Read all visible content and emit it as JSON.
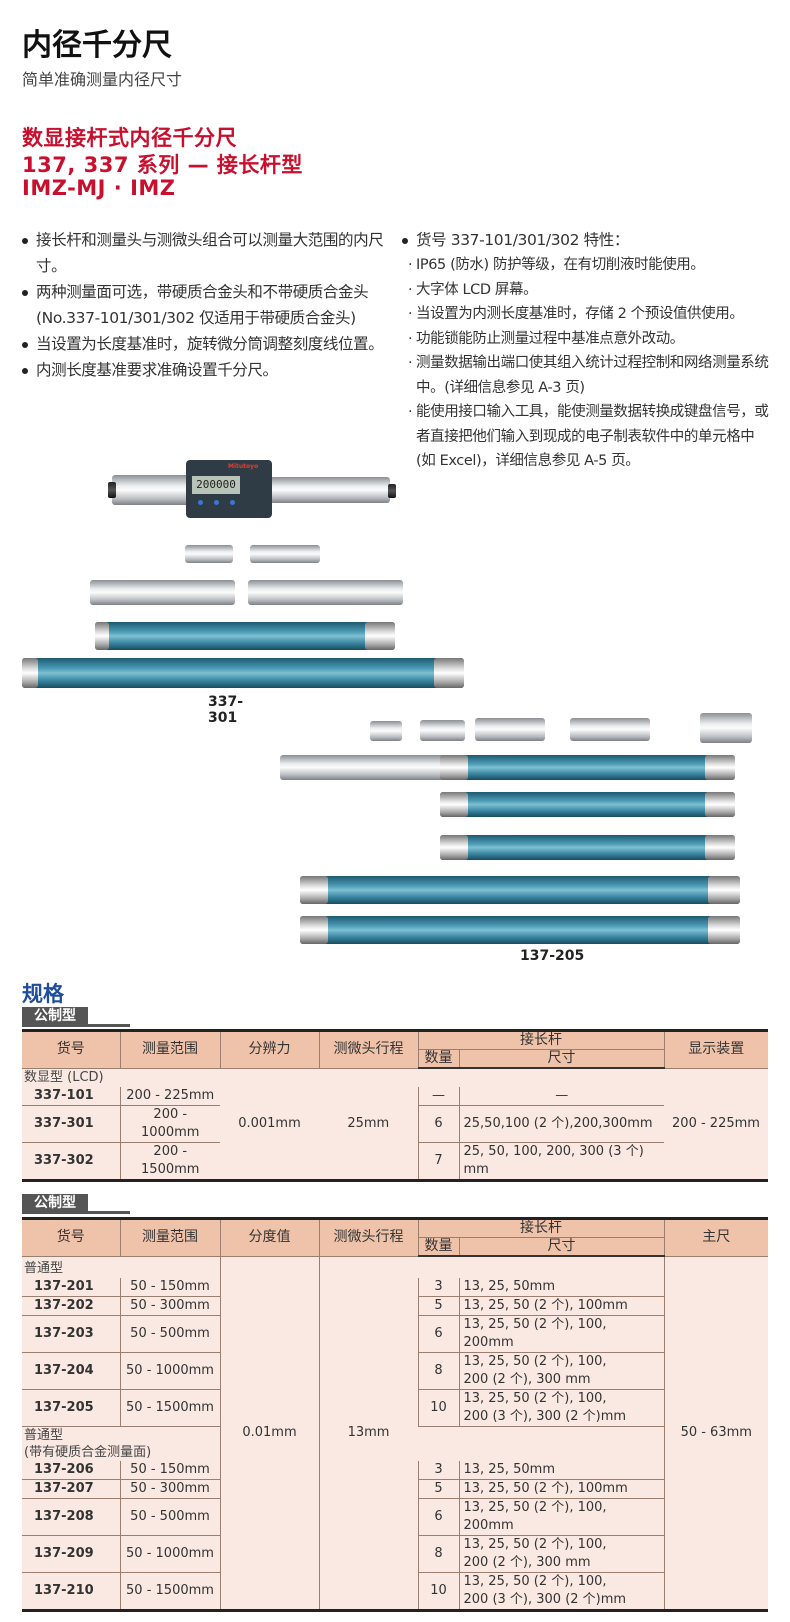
{
  "header": {
    "title": "内径千分尺",
    "subtitle": "简单准确测量内径尺寸"
  },
  "product": {
    "line1": "数显接杆式内径千分尺",
    "line2": "137, 337 系列 — 接长杆型",
    "line3": "IMZ-MJ · IMZ"
  },
  "features_left": [
    "接长杆和测量头与测微头组合可以测量大范围的内尺寸。",
    "两种测量面可选，带硬质合金头和不带硬质合金头 (No.337-101/301/302 仅适用于带硬质合金头)",
    "当设置为长度基准时，旋转微分筒调整刻度线位置。",
    "内测长度基准要求准确设置千分尺。"
  ],
  "features_right": {
    "heading": "货号 337-101/301/302 特性：",
    "items": [
      "IP65 (防水) 防护等级，在有切削液时能使用。",
      "大字体 LCD 屏幕。",
      "当设置为内测长度基准时，存储 2 个预设值供使用。",
      "功能锁能防止测量过程中基准点意外改动。",
      "测量数据输出端口使其组入统计过程控制和网络测量系统中。(详细信息参见 A-3 页)",
      "能使用接口输入工具，能使测量数据转换成键盘信号，或者直接把他们输入到现成的电子制表软件中的单元格中 (如 Excel)，详细信息参见 A-5 页。"
    ]
  },
  "images": {
    "lcd_reading": "200000",
    "brand": "Mitutoyo",
    "label_a": "337-301",
    "label_b": "137-205"
  },
  "specs": {
    "title": "规格",
    "table1": {
      "tag": "公制型",
      "headers": [
        "货号",
        "测量范围",
        "分辨力",
        "测微头行程",
        "接长杆",
        "数量",
        "尺寸",
        "显示装置"
      ],
      "group": "数显型 (LCD)",
      "resolution": "0.001mm",
      "stroke": "25mm",
      "display": "200 - 225mm",
      "rows": [
        {
          "no": "337-101",
          "range": "200 - 225mm",
          "qty": "—",
          "size": "—"
        },
        {
          "no": "337-301",
          "range": "200 - 1000mm",
          "qty": "6",
          "size": "25,50,100 (2 个),200,300mm"
        },
        {
          "no": "337-302",
          "range": "200 - 1500mm",
          "qty": "7",
          "size": "25, 50, 100, 200, 300 (3 个) mm"
        }
      ]
    },
    "table2": {
      "tag": "公制型",
      "headers": [
        "货号",
        "测量范围",
        "分度值",
        "测微头行程",
        "接长杆",
        "数量",
        "尺寸",
        "主尺"
      ],
      "graduation": "0.01mm",
      "stroke": "13mm",
      "main_scale": "50 - 63mm",
      "group1": "普通型",
      "group2": "普通型\n(带有硬质合金测量面)",
      "rows1": [
        {
          "no": "137-201",
          "range": "50 - 150mm",
          "qty": "3",
          "size": "13, 25, 50mm"
        },
        {
          "no": "137-202",
          "range": "50 - 300mm",
          "qty": "5",
          "size": "13, 25, 50 (2 个), 100mm"
        },
        {
          "no": "137-203",
          "range": "50 - 500mm",
          "qty": "6",
          "size": "13, 25, 50 (2 个), 100, 200mm"
        },
        {
          "no": "137-204",
          "range": "50 - 1000mm",
          "qty": "8",
          "size": "13, 25, 50 (2 个), 100,\n200 (2 个), 300 mm"
        },
        {
          "no": "137-205",
          "range": "50 - 1500mm",
          "qty": "10",
          "size": "13, 25, 50 (2 个), 100,\n200 (3 个), 300 (2 个)mm"
        }
      ],
      "rows2": [
        {
          "no": "137-206",
          "range": "50 - 150mm",
          "qty": "3",
          "size": "13, 25, 50mm"
        },
        {
          "no": "137-207",
          "range": "50 - 300mm",
          "qty": "5",
          "size": "13, 25, 50 (2 个), 100mm"
        },
        {
          "no": "137-208",
          "range": "50 - 500mm",
          "qty": "6",
          "size": "13, 25, 50 (2 个), 100, 200mm"
        },
        {
          "no": "137-209",
          "range": "50 - 1000mm",
          "qty": "8",
          "size": "13, 25, 50 (2 个), 100,\n200 (2 个), 300 mm"
        },
        {
          "no": "137-210",
          "range": "50 - 1500mm",
          "qty": "10",
          "size": "13, 25, 50 (2 个), 100,\n200 (3 个), 300 (2 个)mm"
        }
      ]
    }
  }
}
